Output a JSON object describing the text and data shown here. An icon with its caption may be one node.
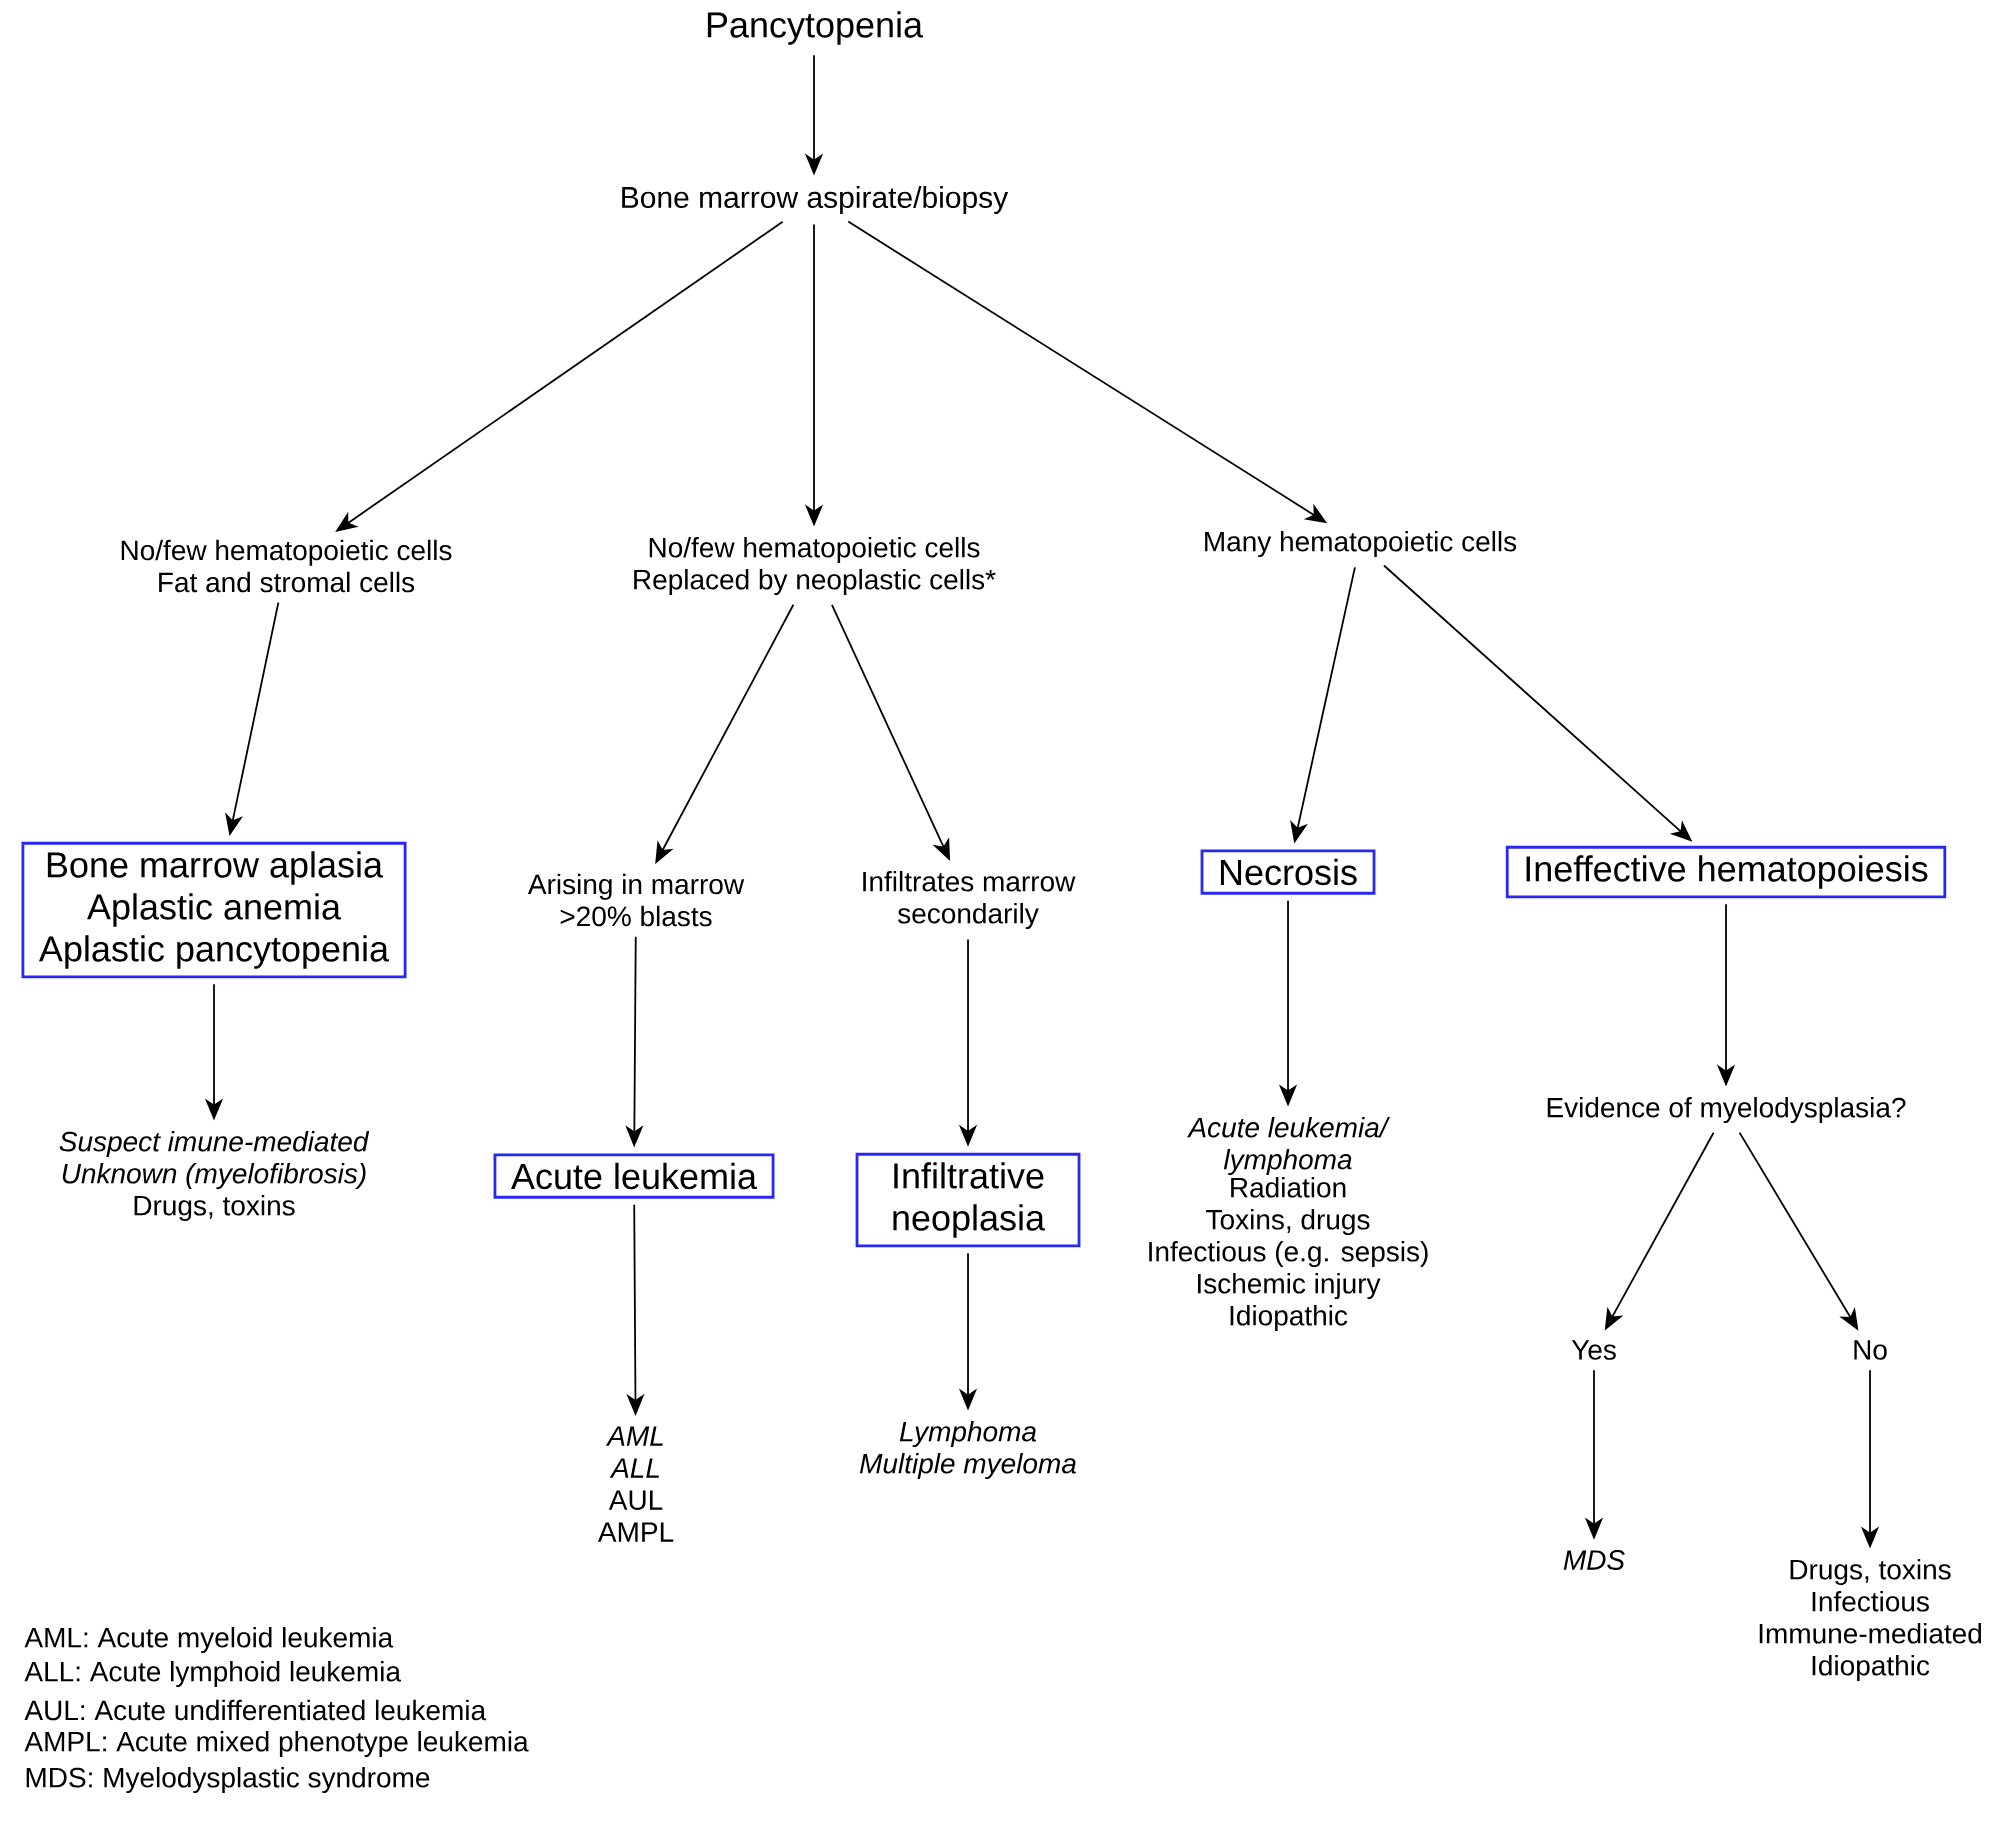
{
  "diagram": {
    "nodes": [
      {
        "text": [
          "Pancytopenia"
        ]
      },
      {
        "text": [
          "Bone marrow aspirate/biopsy"
        ]
      },
      {
        "text": [
          "No/few hematopoietic cells",
          "Fat and stromal cells"
        ]
      },
      {
        "text": [
          "No/few hematopoietic cells",
          "Replaced by neoplastic cells*"
        ]
      },
      {
        "text": [
          "Many hematopoietic cells"
        ]
      },
      {
        "text": [
          "Bone marrow aplasia",
          "Aplastic anemia",
          "Aplastic pancytopenia"
        ]
      },
      {
        "text": [
          "*Suspect imune-mediated*",
          "*Unknown (myelofibrosis)*",
          "Drugs, toxins"
        ]
      },
      {
        "text": [
          "Arising in marrow",
          ">20% blasts"
        ]
      },
      {
        "text": [
          "Infiltrates marrow secondarily"
        ]
      },
      {
        "text": [
          "Acute leukemia"
        ]
      },
      {
        "text": [
          "Infiltrative neoplasia"
        ]
      },
      {
        "text": [
          "*AML*",
          "*ALL*",
          "AUL",
          "AMPL"
        ]
      },
      {
        "text": [
          "*Lymphoma*",
          "*Multiple myeloma*"
        ]
      },
      {
        "text": [
          "Necrosis"
        ]
      },
      {
        "text": [
          "Ineffective hematopoiesis"
        ]
      },
      {
        "text": [
          "*Acute leukemia/ lymphoma*",
          "Radiation",
          "Toxins, drugs",
          "Infectious (e.g. sepsis)",
          "Ischemic injury",
          "Idiopathic"
        ]
      },
      {
        "text": [
          "Evidence of myelodysplasia?"
        ]
      },
      {
        "text": [
          "Yes"
        ]
      },
      {
        "text": [
          "No"
        ]
      },
      {
        "text": [
          "*MDS*"
        ]
      },
      {
        "text": [
          "Drugs, toxins",
          "Infectious",
          "Immune-mediated",
          "Idiopathic"
        ]
      }
    ],
    "edges": [
      {
        "from": 0,
        "to": 1,
        "arrow": "to"
      },
      {
        "from": 1,
        "to": 2,
        "arrow": "to"
      },
      {
        "from": 1,
        "to": 3,
        "arrow": "to"
      },
      {
        "from": 1,
        "to": 4,
        "arrow": "to"
      },
      {
        "from": 2,
        "to": 5,
        "arrow": "to"
      },
      {
        "from": 3,
        "to": 7,
        "arrow": "to"
      },
      {
        "from": 3,
        "to": 8,
        "arrow": "to"
      },
      {
        "from": 4,
        "to": 13,
        "arrow": "to"
      },
      {
        "from": 4,
        "to": 14,
        "arrow": "to"
      },
      {
        "from": 5,
        "to": 6,
        "arrow": "to"
      },
      {
        "from": 7,
        "to": 9,
        "arrow": "to"
      },
      {
        "from": 8,
        "to": 10,
        "arrow": "to"
      },
      {
        "from": 9,
        "to": 11,
        "arrow": "to"
      },
      {
        "from": 10,
        "to": 12,
        "arrow": "to"
      },
      {
        "from": 13,
        "to": 15,
        "arrow": "to"
      },
      {
        "from": 14,
        "to": 16,
        "arrow": "to"
      },
      {
        "from": 16,
        "to": 17,
        "arrow": "to"
      },
      {
        "from": 16,
        "to": 18,
        "arrow": "to"
      },
      {
        "from": 17,
        "to": 19,
        "arrow": "to"
      },
      {
        "from": 18,
        "to": 20,
        "arrow": "to"
      }
    ],
    "labels": [
      "AML: Acute myeloid leukemia",
      "ALL: Acute lymphoid leukemia",
      "AUL: Acute undifferentiated leukemia",
      "AMPL: Acute mixed phenotype leukemia",
      "MDS: Myelodysplastic syndrome"
    ]
  }
}
